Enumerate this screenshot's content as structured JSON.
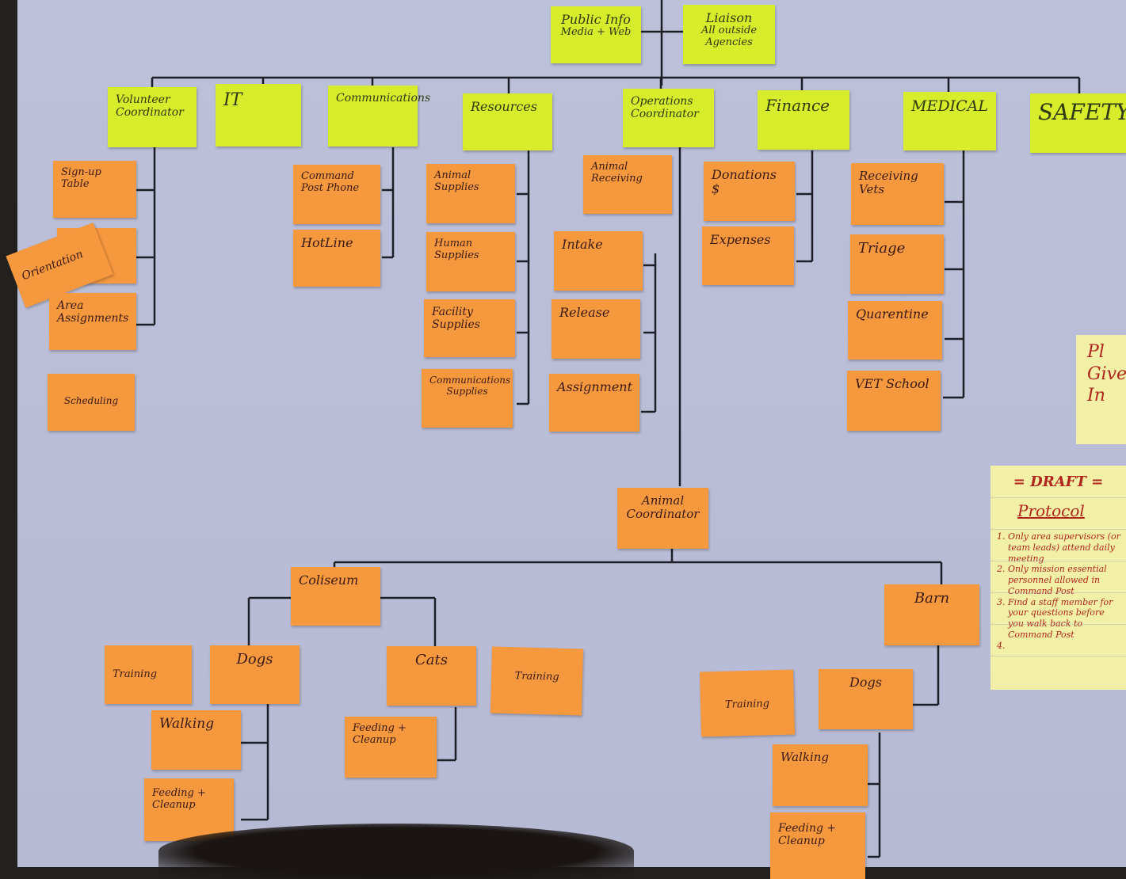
{
  "top": {
    "public_info": {
      "title": "Public Info",
      "sub": "Media + Web"
    },
    "liaison": {
      "title": "Liaison",
      "sub": "All outside Agencies"
    }
  },
  "sections": {
    "volunteer": {
      "title": "Volunteer Coordinator",
      "items": [
        "Sign-up Table",
        "Orientation",
        "Area Assignments",
        "Scheduling"
      ]
    },
    "it": {
      "title": "IT"
    },
    "communications": {
      "title": "Communications",
      "items": [
        "Command Post Phone",
        "HotLine"
      ]
    },
    "resources": {
      "title": "Resources",
      "items": [
        "Animal Supplies",
        "Human Supplies",
        "Facility Supplies",
        "Communications Supplies"
      ]
    },
    "operations": {
      "title": "Operations Coordinator",
      "items": [
        "Animal Receiving",
        "Intake",
        "Release",
        "Assignment"
      ]
    },
    "finance": {
      "title": "Finance",
      "items": [
        "Donations $",
        "Expenses"
      ]
    },
    "medical": {
      "title": "MEDICAL",
      "items": [
        "Receiving Vets",
        "Triage",
        "Quarentine",
        "VET School"
      ]
    },
    "safety": {
      "title": "SAFETY"
    }
  },
  "animal": {
    "coordinator": "Animal Coordinator",
    "coliseum": {
      "title": "Coliseum",
      "dogs": "Dogs",
      "cats": "Cats",
      "dogs_training": "Training",
      "cats_training": "Training",
      "walking": "Walking",
      "feeding_dogs": "Feeding + Cleanup",
      "feeding_cats": "Feeding + Cleanup"
    },
    "barn": {
      "title": "Barn",
      "dogs": "Dogs",
      "training": "Training",
      "walking": "Walking",
      "feeding": "Feeding + Cleanup"
    }
  },
  "protocol": {
    "draft": "= DRAFT =",
    "title": "Protocol",
    "items": [
      "Only area supervisors (or team leads) attend daily meeting",
      "Only mission essential personnel allowed in Command Post",
      "Find a staff member for your questions before you walk back to Command Post",
      ""
    ]
  },
  "partial_note": {
    "line1": "Pl",
    "line2": "Give",
    "line3": "In"
  },
  "colors": {
    "green_note": "#d7ec2a",
    "orange_note": "#f5983e",
    "board": "#bcc0d9",
    "ink": "#1e1e28",
    "red_ink": "#b1251d"
  }
}
